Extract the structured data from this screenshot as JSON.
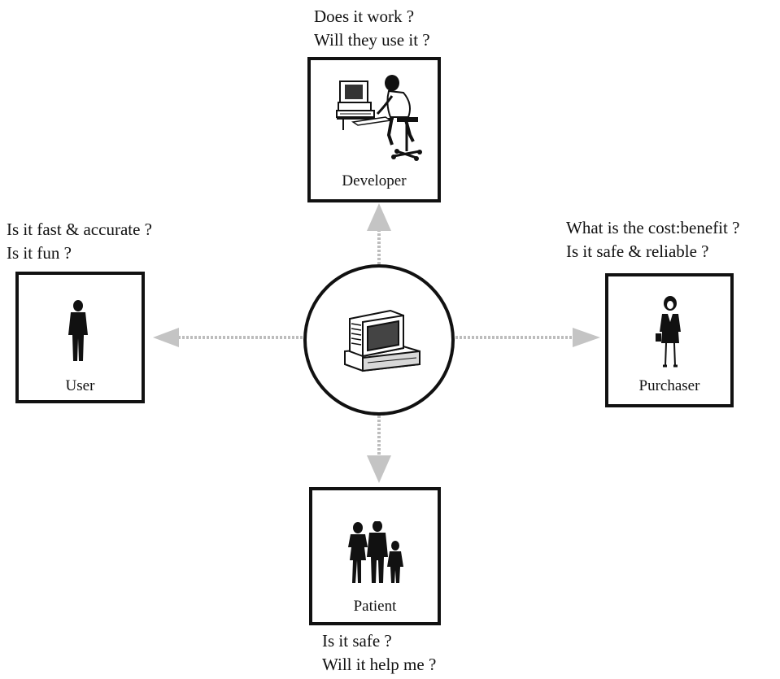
{
  "center": {
    "icon": "computer-icon"
  },
  "stakeholders": {
    "developer": {
      "label": "Developer",
      "icon": "developer-at-desk-icon",
      "questions": [
        "Does it work ?",
        "Will they use it ?"
      ]
    },
    "user": {
      "label": "User",
      "icon": "person-icon",
      "questions": [
        "Is it fast & accurate ?",
        "Is it fun ?"
      ]
    },
    "purchaser": {
      "label": "Purchaser",
      "icon": "businesswoman-icon",
      "questions": [
        "What is the cost:benefit ?",
        "Is it safe & reliable ?"
      ]
    },
    "patient": {
      "label": "Patient",
      "icon": "family-icon",
      "questions": [
        "Is it safe ?",
        "Will it help me ?"
      ]
    }
  },
  "colors": {
    "ink": "#111111",
    "arrow": "#b9b9b9"
  }
}
